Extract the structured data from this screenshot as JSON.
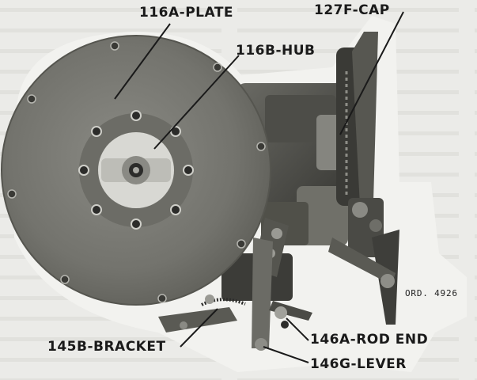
{
  "figure": {
    "labels": {
      "plate": "116A-PLATE",
      "hub": "116B-HUB",
      "cap": "127F-CAP",
      "bracket": "145B-BRACKET",
      "rod_end": "146A-ROD END",
      "lever": "146G-LEVER"
    },
    "ord_number": "ORD. 4926"
  },
  "colors": {
    "ink": "#1a1a1a",
    "paper": "#ebebe8",
    "plate": "#7a7a74",
    "metal_dark": "#2c2c2a",
    "metal_mid": "#5e5e58"
  }
}
